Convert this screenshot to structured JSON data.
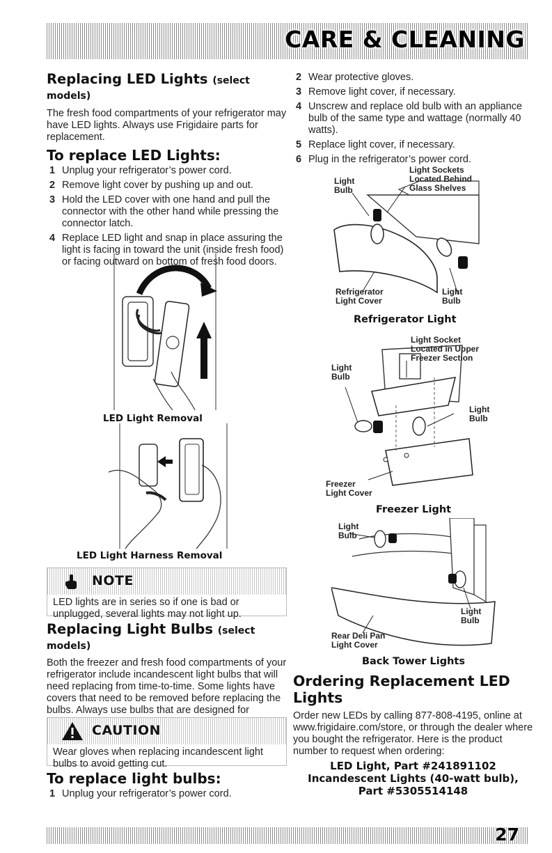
{
  "header": {
    "title": "CARE & CLEANING"
  },
  "footer": {
    "page_number": "27"
  },
  "led_section": {
    "title": "Replacing LED Lights",
    "qualifier": "(select models)",
    "intro": "The fresh food compartments of your refrigerator may have LED lights. Always use Frigidaire parts for replacement.",
    "procedure_title": "To replace LED Lights:",
    "steps": [
      {
        "num": "1",
        "text": "Unplug your refrigerator’s power cord."
      },
      {
        "num": "2",
        "text": "Remove light cover by pushing up and out."
      },
      {
        "num": "3",
        "text": "Hold the LED cover with one hand and pull the connector with the other hand while pressing the connector latch."
      },
      {
        "num": "4",
        "text": "Replace LED light and snap in place assuring the light is facing in toward the unit (inside fresh food) or facing outward on bottom of fresh food doors."
      }
    ],
    "fig1_caption": "LED Light Removal",
    "fig2_caption": "LED Light Harness Removal"
  },
  "note": {
    "title": "NOTE",
    "text": "LED lights are in series so if one is bad or unplugged, several lights may not light up.",
    "icon": "hand-pointer-icon"
  },
  "bulb_section": {
    "title": "Replacing Light Bulbs",
    "qualifier": "(select models)",
    "intro": "Both the freezer and fresh food compartments of your refrigerator include incandescent light bulbs that will need replacing from time-to-time. Some lights have covers that need to be removed before replacing the bulbs. Always use bulbs that are designed for appliance lighting.",
    "procedure_title": "To replace light bulbs:",
    "steps_left": [
      {
        "num": "1",
        "text": "Unplug your refrigerator’s power cord."
      }
    ],
    "steps_right": [
      {
        "num": "2",
        "text": "Wear protective gloves."
      },
      {
        "num": "3",
        "text": "Remove light cover, if necessary."
      },
      {
        "num": "4",
        "text": "Unscrew and replace old bulb with an appliance bulb of the same type and wattage (normally 40 watts)."
      },
      {
        "num": "5",
        "text": "Replace light cover, if necessary."
      },
      {
        "num": "6",
        "text": "Plug in the refrigerator’s power cord."
      }
    ]
  },
  "caution": {
    "title": "CAUTION",
    "text": "Wear gloves when replacing incandescent light bulbs to avoid getting cut.",
    "icon": "warning-triangle-icon"
  },
  "fridge_fig": {
    "caption": "Refrigerator Light",
    "labels": {
      "light_bulb_top": "Light\nBulb",
      "sockets": "Light Sockets\nLocated Behind\nGlass Shelves",
      "cover": "Refrigerator\nLight Cover",
      "light_bulb_bottom": "Light\nBulb"
    }
  },
  "freezer_fig": {
    "caption": "Freezer Light",
    "labels": {
      "socket": "Light Socket\nLocated in Upper\nFreezer Section",
      "light_bulb_left": "Light\nBulb",
      "light_bulb_right": "Light\nBulb",
      "cover": "Freezer\nLight Cover"
    }
  },
  "tower_fig": {
    "caption": "Back Tower Lights",
    "labels": {
      "light_bulb_top": "Light\nBulb",
      "light_bulb_right": "Light\nBulb",
      "cover": "Rear Deli Pan\nLight Cover"
    }
  },
  "ordering": {
    "title": "Ordering Replacement LED Lights",
    "text": "Order new LEDs by calling 877-808-4195, online at www.frigidaire.com/store, or through the dealer where you bought the refrigerator. Here is the product number to request when ordering:",
    "line1": "LED Light, Part #241891102",
    "line2": "Incandescent Lights (40-watt bulb),",
    "line3": "Part #5305514148"
  }
}
